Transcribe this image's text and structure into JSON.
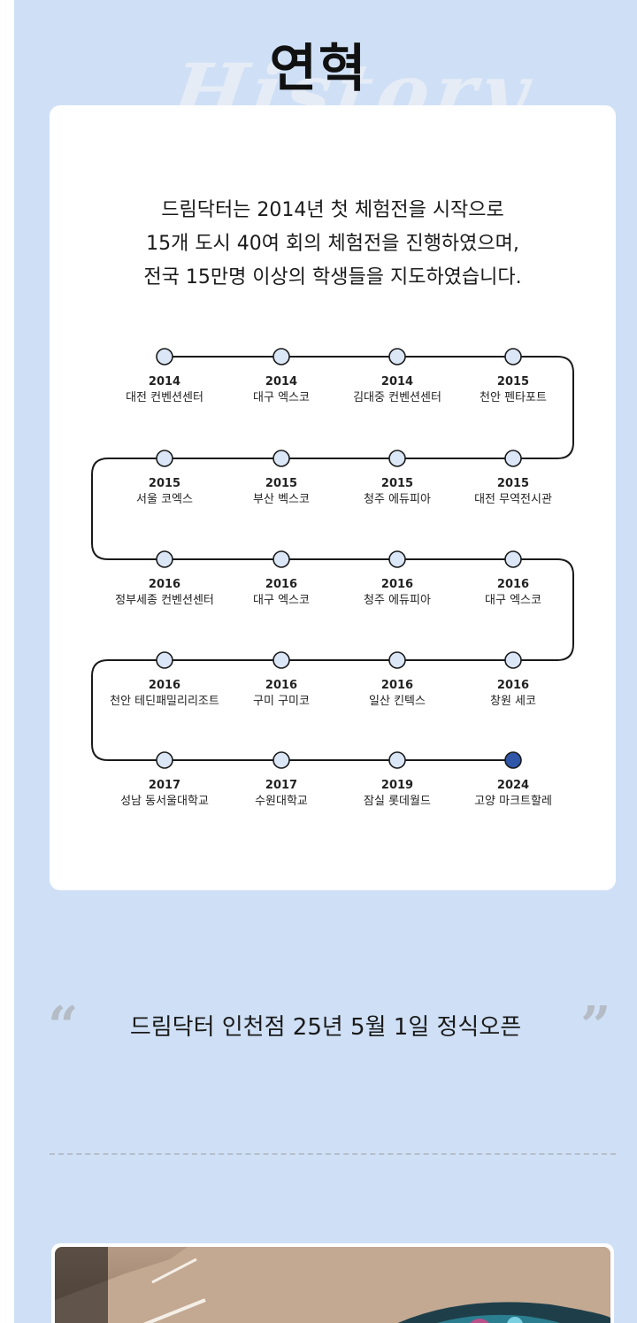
{
  "header": {
    "title": "연혁",
    "bg_word": "History"
  },
  "intro": {
    "lines": [
      "드림닥터는 2014년 첫 체험전을 시작으로",
      "15개 도시 40여 회의 체험전을 진행하였으며,",
      "전국 15만명 이상의 학생들을 지도하였습니다."
    ]
  },
  "timeline": [
    {
      "year": "2014",
      "place": "대전 컨벤션센터"
    },
    {
      "year": "2014",
      "place": "대구 엑스코"
    },
    {
      "year": "2014",
      "place": "김대중 컨벤션센터"
    },
    {
      "year": "2015",
      "place": "천안 펜타포트"
    },
    {
      "year": "2015",
      "place": "서울 코엑스"
    },
    {
      "year": "2015",
      "place": "부산 벡스코"
    },
    {
      "year": "2015",
      "place": "청주 에듀피아"
    },
    {
      "year": "2015",
      "place": "대전 무역전시관"
    },
    {
      "year": "2016",
      "place": "정부세종 컨벤션센터"
    },
    {
      "year": "2016",
      "place": "대구 엑스코"
    },
    {
      "year": "2016",
      "place": "청주 에듀피아"
    },
    {
      "year": "2016",
      "place": "대구 엑스코"
    },
    {
      "year": "2016",
      "place": "천안 테딘패밀리리조트"
    },
    {
      "year": "2016",
      "place": "구미 구미코"
    },
    {
      "year": "2016",
      "place": "일산 킨텍스"
    },
    {
      "year": "2016",
      "place": "창원 세코"
    },
    {
      "year": "2017",
      "place": "성남 동서울대학교"
    },
    {
      "year": "2017",
      "place": "수원대학교"
    },
    {
      "year": "2019",
      "place": "잠실 롯데월드"
    },
    {
      "year": "2024",
      "place": "고양 마크트할레"
    }
  ],
  "colors": {
    "page_bg": "#cfe0f6",
    "node_fill": "#dbe7f7",
    "node_active": "#2f56a8",
    "line": "#1a1a1a"
  },
  "notice": {
    "open_quote": "“",
    "text": "드림닥터 인천점 25년 5월 1일 정식오픈",
    "close_quote": "”"
  }
}
